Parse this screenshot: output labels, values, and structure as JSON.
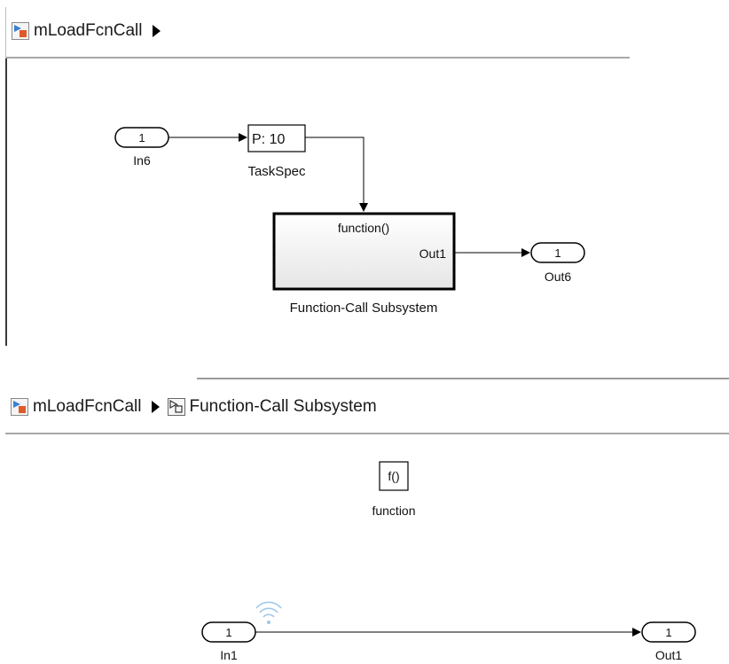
{
  "top_view": {
    "breadcrumb": {
      "model_label": "mLoadFcnCall"
    },
    "blocks": {
      "inport": {
        "number": "1",
        "name": "In6"
      },
      "taskspec": {
        "text": "P: 10",
        "name": "TaskSpec"
      },
      "subsystem": {
        "trigger_port": "function()",
        "out_port": "Out1",
        "name": "Function-Call Subsystem"
      },
      "outport": {
        "number": "1",
        "name": "Out6"
      }
    }
  },
  "bottom_view": {
    "breadcrumb": {
      "model_label": "mLoadFcnCall",
      "subsystem_label": "Function-Call Subsystem"
    },
    "blocks": {
      "trigger": {
        "text": "f()",
        "name": "function"
      },
      "inport": {
        "number": "1",
        "name": "In1"
      },
      "outport": {
        "number": "1",
        "name": "Out1"
      }
    }
  },
  "colors": {
    "signal_line": "#000000",
    "model_icon_blue": "#3a7fd0",
    "model_icon_orange": "#e0592a",
    "wifi_icon": "#9cc6ea"
  },
  "icons": [
    "model-icon",
    "breadcrumb-arrow-icon",
    "subsystem-icon",
    "signal-wifi-icon"
  ]
}
